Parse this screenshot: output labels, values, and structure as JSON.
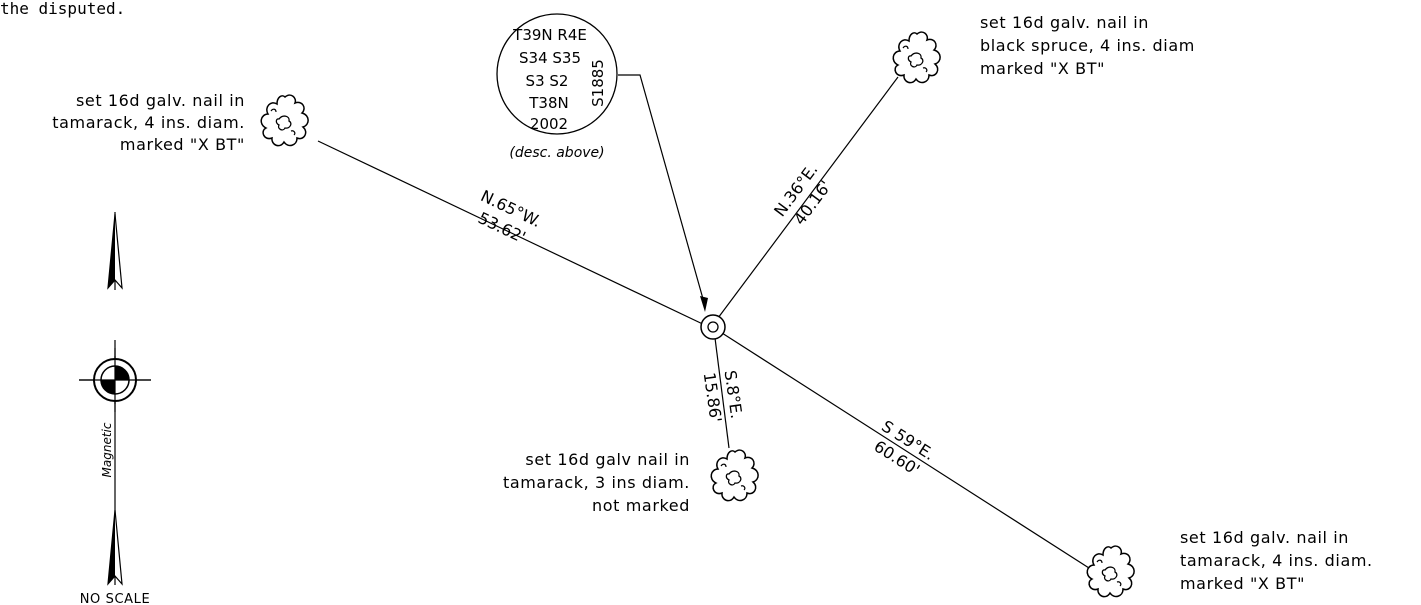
{
  "header_fragment": "the disputed.",
  "corner_marker": {
    "lines": [
      "T39N R4E",
      "S34 S35",
      "S3  S2",
      "T38N",
      "2002"
    ],
    "side_text": "S1885",
    "caption": "(desc. above)"
  },
  "bearing_trees": [
    {
      "bearing": "N.65°W.",
      "distance": "53.62'",
      "note": [
        "set 16d galv. nail in",
        "tamarack, 4 ins. diam.",
        "marked \"X BT\""
      ]
    },
    {
      "bearing": "N.36°E.",
      "distance": "40.16'",
      "note": [
        "set 16d galv. nail in",
        "black spruce, 4 ins. diam",
        "marked \"X BT\""
      ]
    },
    {
      "bearing": "S.8°E.",
      "distance": "15.86'",
      "note": [
        "set 16d galv  nail in",
        "tamarack, 3 ins  diam.",
        "not marked"
      ]
    },
    {
      "bearing": "S 59°E.",
      "distance": "60.60'",
      "note": [
        "set 16d galv. nail in",
        "tamarack, 4 ins. diam.",
        "marked \"X BT\""
      ]
    }
  ],
  "north_arrow": {
    "label": "Magnetic"
  },
  "scale_note": "NO SCALE"
}
